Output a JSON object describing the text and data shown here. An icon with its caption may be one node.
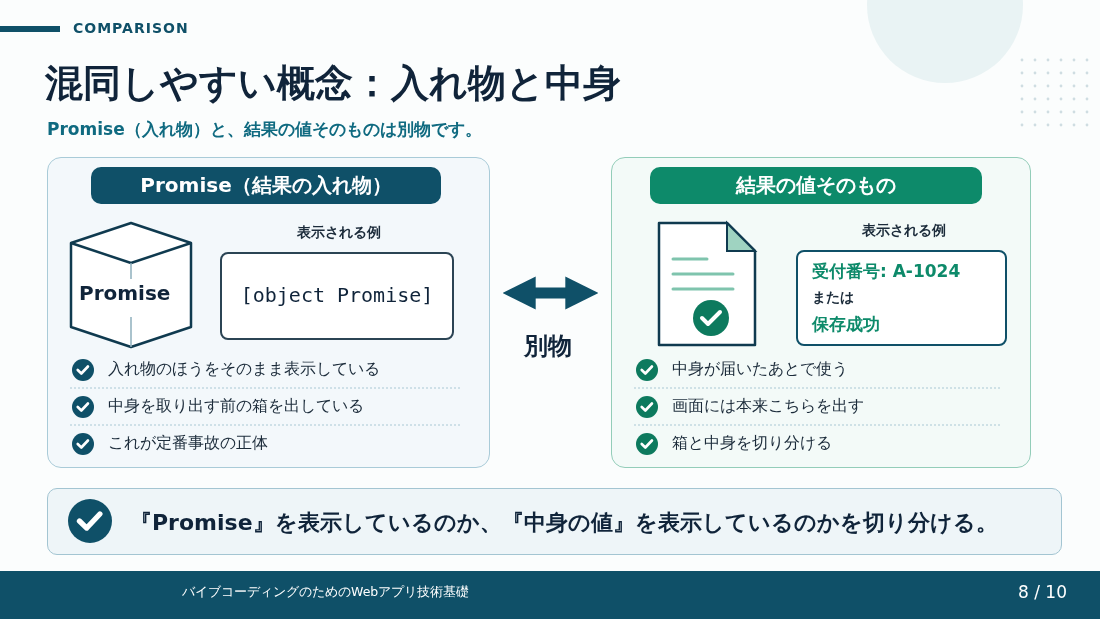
{
  "diagram": {
    "title": "混同しやすい概念：入れ物と中身",
    "nodes": [
      {
        "text": [
          "Promise（結果の入れ物）",
          "入れ物のほうをそのまま表示している",
          "中身を取り出す前の箱を出している",
          "これが定番事故の正体"
        ]
      },
      {
        "text": [
          "Promise"
        ],
        "in": 0
      },
      {
        "text": [
          "[object Promise]"
        ],
        "beside": [
          "表示される例"
        ],
        "in": 0
      },
      {
        "text": [
          "結果の値そのもの",
          "中身が届いたあとで使う",
          "画面には本来こちらを出す",
          "箱と中身を切り分ける"
        ]
      },
      {
        "text": [
          "受付番号: A-1024",
          "または",
          "保存成功"
        ],
        "beside": [
          "表示される例"
        ],
        "in": 3
      }
    ],
    "edges": [
      {
        "from": 0,
        "to": 3,
        "arrow": "both",
        "label": "別物"
      }
    ],
    "labels": [
      "COMPARISON",
      "**Promise（入れ物）**と、結果の値そのものは別物です。",
      "『Promise』を表示しているのか、『中身の値』を表示しているのかを切り分ける。",
      "バイブコーディングのためのWebアプリ技術基礎",
      "8 / 10"
    ]
  }
}
